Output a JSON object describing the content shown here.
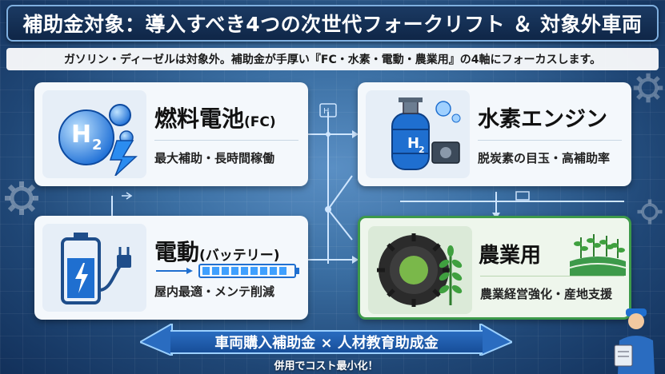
{
  "header": {
    "title": "補助金対象：導入すべき4つの次世代フォークリフト ＆ 対象外車両"
  },
  "subheader": {
    "text": "ガソリン・ディーゼルは対象外。補助金が手厚い『FC・水素・電動・農業用』の4軸にフォーカスします。"
  },
  "cards": [
    {
      "title_main": "燃料電池",
      "title_paren": "(FC)",
      "desc": "最大補助・長時間稼働",
      "icon": "hydrogen-lightning-icon",
      "icon_label_main": "H",
      "icon_label_sub": "2"
    },
    {
      "title_main": "水素エンジン",
      "title_paren": "",
      "desc": "脱炭素の目玉・高補助率",
      "icon": "hydrogen-tank-engine-icon",
      "icon_label_main": "H",
      "icon_label_sub": "2"
    },
    {
      "title_main": "電動",
      "title_paren": "(バッテリー)",
      "desc": "屋内最適・メンテ削減",
      "icon": "battery-plug-icon"
    },
    {
      "title_main": "農業用",
      "title_paren": "",
      "desc": "農業経営強化・産地支援",
      "icon": "tractor-tire-leaf-icon",
      "icon2": "crop-field-icon"
    }
  ],
  "banner": {
    "main": "車両購入補助金 × 人材教育助成金",
    "sub": "併用でコスト最小化！"
  },
  "colors": {
    "title_bg": "#0f2647",
    "accent_blue": "#1f6fd0",
    "accent_green": "#3d9a4a"
  }
}
